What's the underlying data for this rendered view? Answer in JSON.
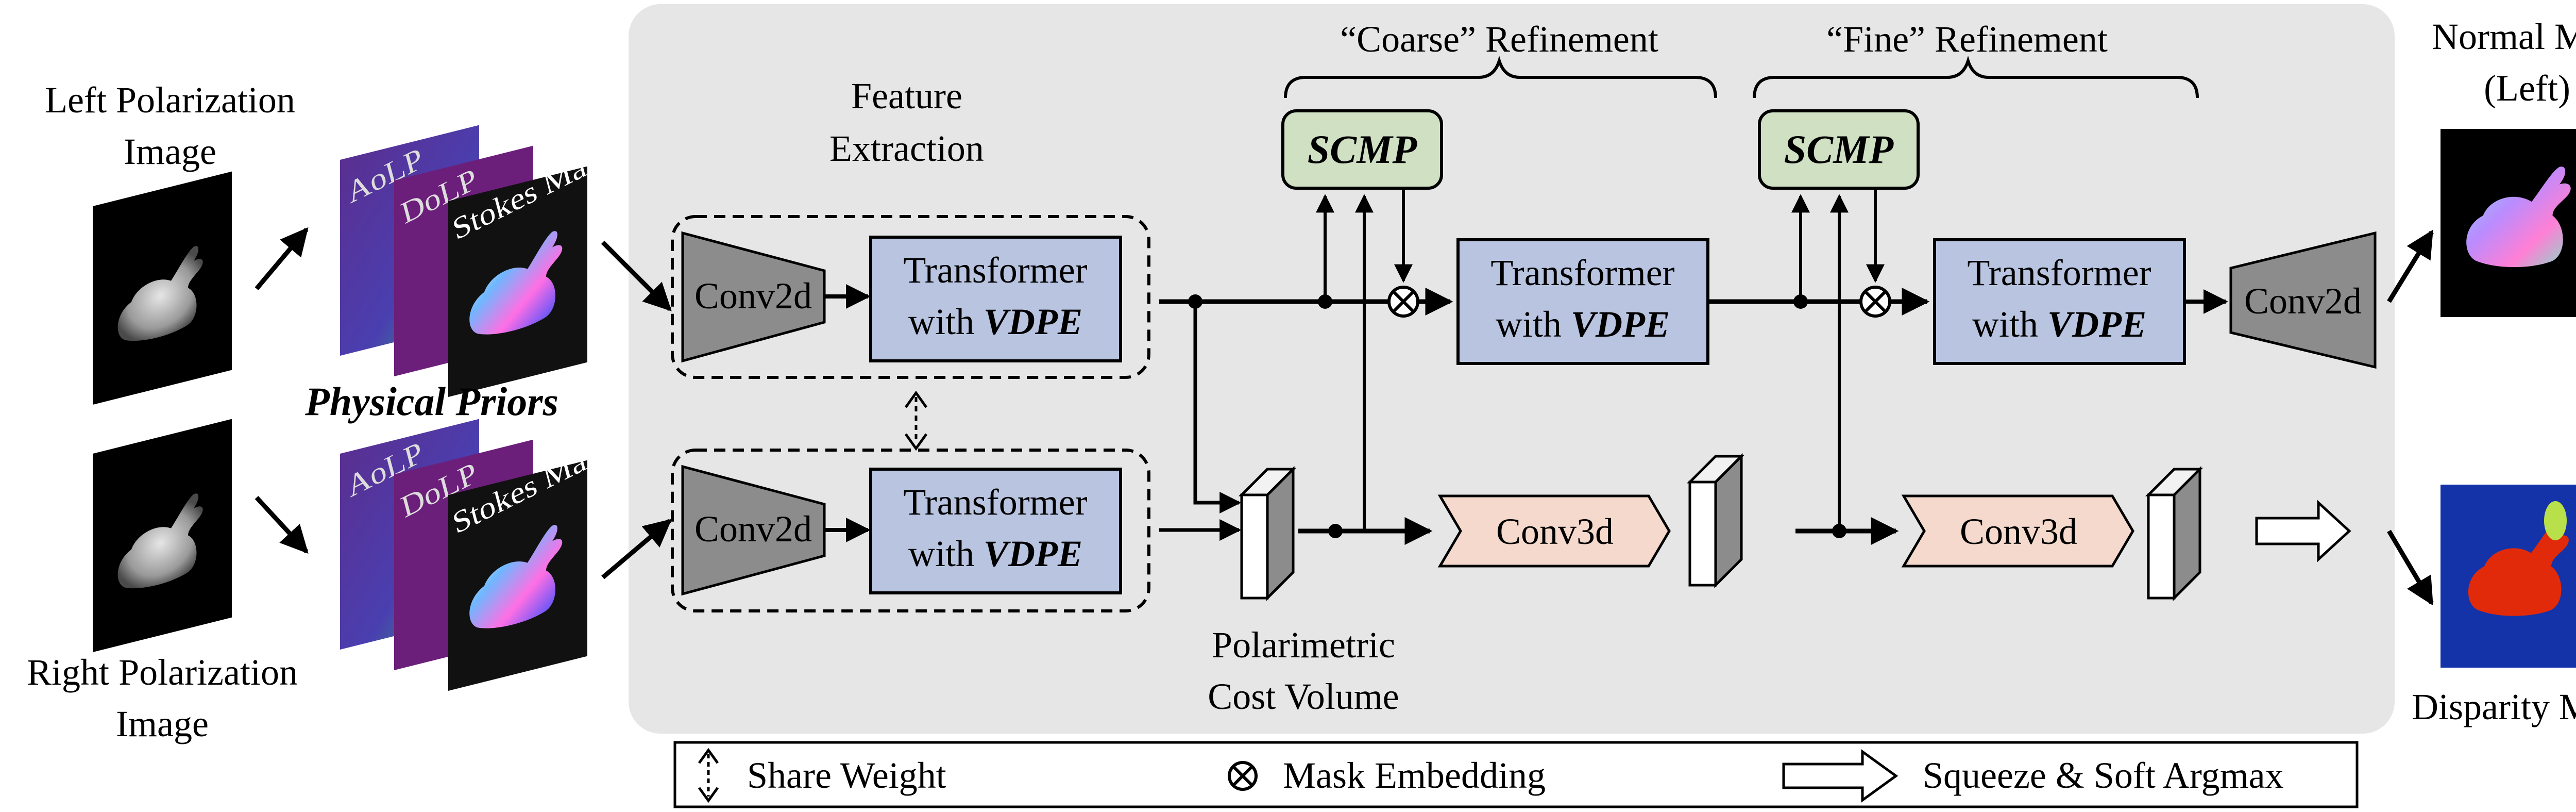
{
  "labels": {
    "left_input_l1": "Left Polarization",
    "left_input_l2": "Image",
    "right_input_l1": "Right Polarization",
    "right_input_l2": "Image",
    "physical_priors": "Physical Priors",
    "aolp": "AoLP",
    "dolp": "DoLP",
    "stokes": "Stokes Map",
    "feature_l1": "Feature",
    "feature_l2": "Extraction",
    "coarse": "“Coarse” Refinement",
    "fine": "“Fine” Refinement",
    "scmp": "SCMP",
    "conv2d": "Conv2d",
    "transformer_l1": "Transformer",
    "transformer_with": "with ",
    "vdpe": "VDPE",
    "conv3d": "Conv3d",
    "cost_volume_l1": "Polarimetric",
    "cost_volume_l2": "Cost Volume",
    "normal_map_l1": "Normal Map",
    "normal_map_l2": "(Left)",
    "disparity_map": "Disparity Map"
  },
  "legend": {
    "share_weight": "Share Weight",
    "mask_embedding": "Mask Embedding",
    "squeeze": "Squeeze & Soft Argmax"
  },
  "colors": {
    "panel_bg": "#e6e6e6",
    "conv2d_fill": "#8c8c8c",
    "transformer_fill": "#b8c4e0",
    "scmp_fill": "#cfe0c3",
    "conv3d_fill": "#f5d9cc",
    "aolp_layer": "#5a2f91",
    "dolp_layer": "#6c1f7a",
    "stokes_layer": "#111111",
    "disparity_bg": "#1533a8",
    "disparity_body": "#e02a0a"
  }
}
